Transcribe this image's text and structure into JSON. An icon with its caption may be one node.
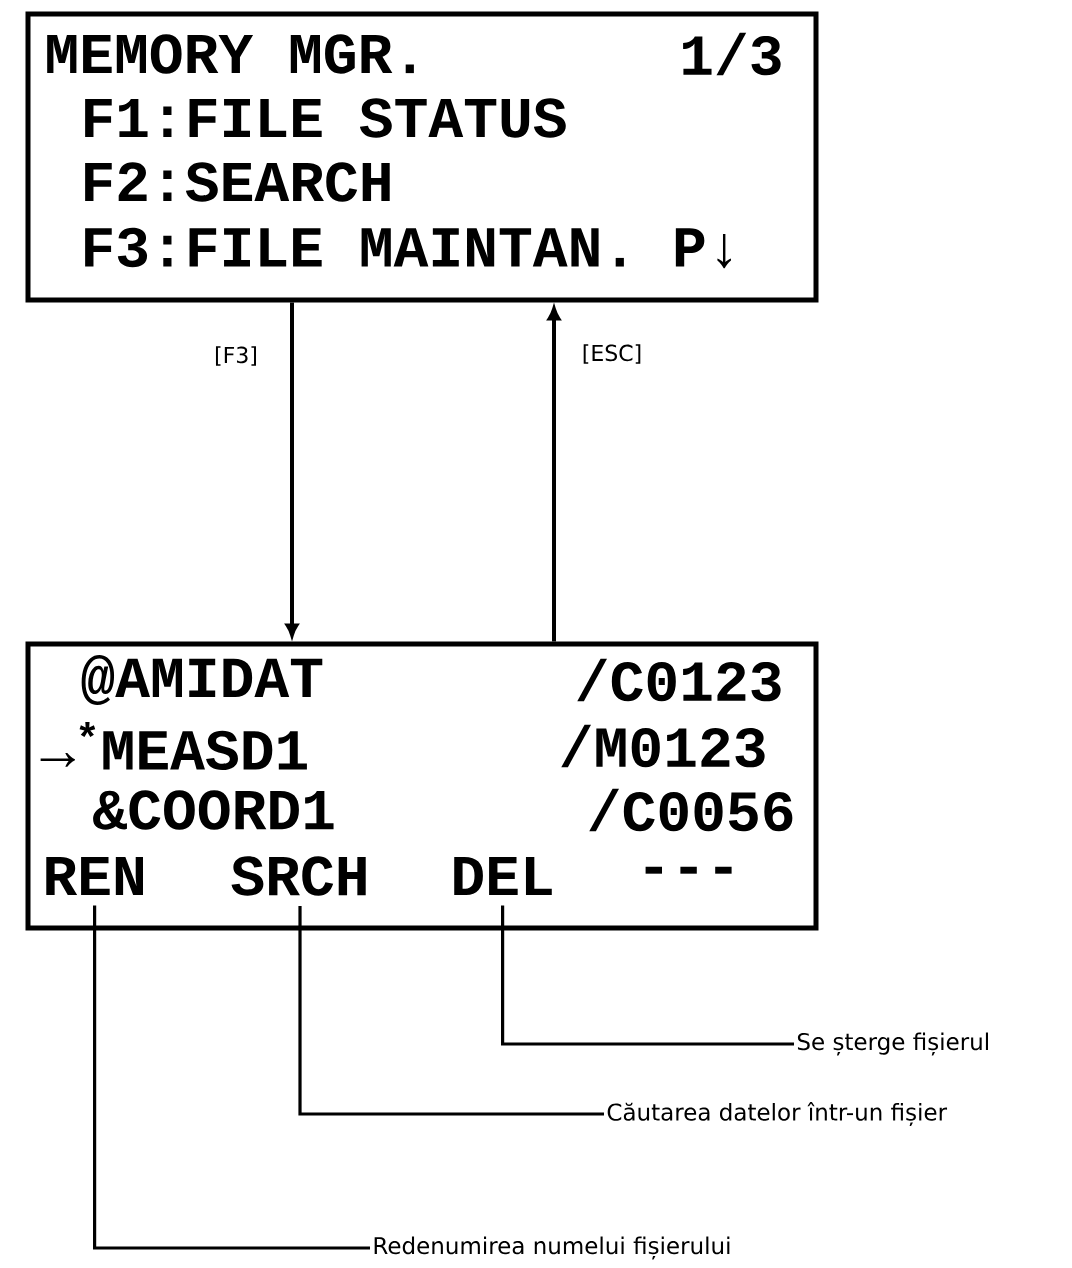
{
  "diagram": {
    "nodes": [
      {
        "text": [
          "MEMORY MGR.",
          "1/3",
          "F1:FILE STATUS",
          "F2:SEARCH",
          "F3:FILE MAINTAN. P↓"
        ]
      },
      {
        "text": [
          "@AMIDAT",
          "/C0123",
          "→$^{*}$MEASD1",
          "/M0123",
          "&COORD1",
          "/C0056",
          "---"
        ]
      },
      {
        "text": [
          "REN"
        ],
        "in": 1
      },
      {
        "text": [
          "SRCH"
        ],
        "in": 1
      },
      {
        "text": [
          "DEL"
        ],
        "in": 1
      },
      {
        "text": [
          "Se șterge fișierul"
        ]
      },
      {
        "text": [
          "Căutarea datelor într-un fișier"
        ]
      },
      {
        "text": [
          "Redenumirea numelui fișierului"
        ]
      }
    ],
    "edges": [
      {
        "from": 0,
        "to": 1,
        "arrow": "to",
        "label": "[F3]"
      },
      {
        "from": 1,
        "to": 0,
        "arrow": "to",
        "label": "[ESC]"
      },
      {
        "from": 5,
        "to": 4,
        "arrow": "none"
      },
      {
        "from": 6,
        "to": 3,
        "arrow": "none"
      },
      {
        "from": 7,
        "to": 2,
        "arrow": "none"
      }
    ]
  }
}
